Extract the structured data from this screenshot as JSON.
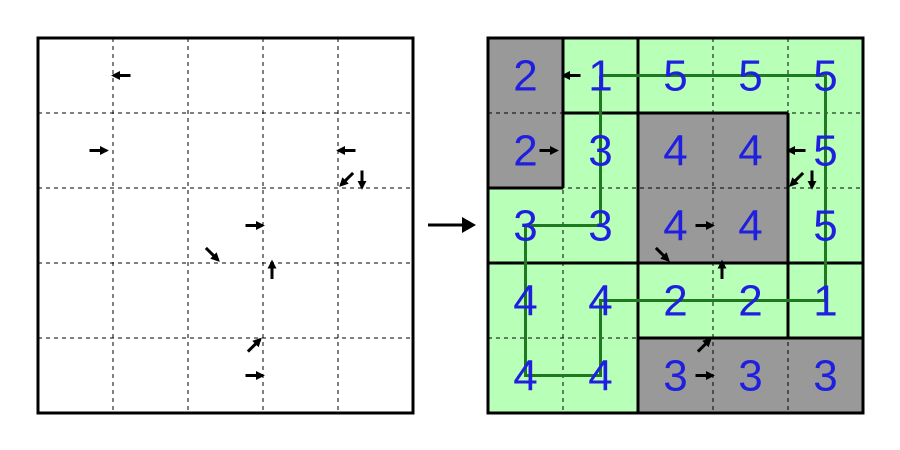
{
  "colors": {
    "white_cell": "#ffffff",
    "green_cell": "#b8ffb8",
    "gray_cell": "#999999",
    "number": "#1f1fe0",
    "path": "#1e7a1e",
    "line": "#000000"
  },
  "grid_size": 5,
  "left_puzzle": {
    "arrows": [
      {
        "row": 0,
        "col": 1,
        "dir": "left",
        "pos": "ml"
      },
      {
        "row": 1,
        "col": 1,
        "dir": "right",
        "pos": "cl"
      },
      {
        "row": 1,
        "col": 4,
        "dir": "left",
        "pos": "ml"
      },
      {
        "row": 1,
        "col": 4,
        "dir": "down-left",
        "pos": "bl"
      },
      {
        "row": 1,
        "col": 4,
        "dir": "down",
        "pos": "br"
      },
      {
        "row": 2,
        "col": 2,
        "dir": "right",
        "pos": "mr"
      },
      {
        "row": 2,
        "col": 2,
        "dir": "down-right",
        "pos": "br"
      },
      {
        "row": 3,
        "col": 3,
        "dir": "up",
        "pos": "tl"
      },
      {
        "row": 4,
        "col": 2,
        "dir": "up-right",
        "pos": "tr"
      },
      {
        "row": 4,
        "col": 2,
        "dir": "right",
        "pos": "mr"
      }
    ]
  },
  "transition_arrow": "right",
  "right_solution": {
    "numbers": [
      [
        "2",
        "1",
        "5",
        "5",
        "5"
      ],
      [
        "2",
        "3",
        "4",
        "4",
        "5"
      ],
      [
        "3",
        "3",
        "4",
        "4",
        "5"
      ],
      [
        "4",
        "4",
        "2",
        "2",
        "1"
      ],
      [
        "4",
        "4",
        "3",
        "3",
        "3"
      ]
    ],
    "shading": [
      [
        "gray",
        "green",
        "green",
        "green",
        "green"
      ],
      [
        "gray",
        "green",
        "gray",
        "gray",
        "green"
      ],
      [
        "green",
        "green",
        "gray",
        "gray",
        "green"
      ],
      [
        "green",
        "green",
        "green",
        "green",
        "green"
      ],
      [
        "green",
        "green",
        "gray",
        "gray",
        "gray"
      ]
    ],
    "arrows": [
      {
        "row": 0,
        "col": 1,
        "dir": "left",
        "pos": "ml"
      },
      {
        "row": 1,
        "col": 1,
        "dir": "right",
        "pos": "cl"
      },
      {
        "row": 1,
        "col": 4,
        "dir": "left",
        "pos": "ml"
      },
      {
        "row": 1,
        "col": 4,
        "dir": "down-left",
        "pos": "bl"
      },
      {
        "row": 1,
        "col": 4,
        "dir": "down",
        "pos": "br"
      },
      {
        "row": 2,
        "col": 2,
        "dir": "right",
        "pos": "mr"
      },
      {
        "row": 2,
        "col": 2,
        "dir": "down-right",
        "pos": "br"
      },
      {
        "row": 3,
        "col": 3,
        "dir": "up",
        "pos": "tl"
      },
      {
        "row": 4,
        "col": 2,
        "dir": "up-right",
        "pos": "tr"
      },
      {
        "row": 4,
        "col": 2,
        "dir": "right",
        "pos": "mr"
      }
    ],
    "paths": [
      [
        [
          0,
          1
        ],
        [
          0,
          2
        ],
        [
          0,
          3
        ],
        [
          0,
          4
        ],
        [
          1,
          4
        ],
        [
          2,
          4
        ],
        [
          3,
          4
        ],
        [
          3,
          3
        ],
        [
          3,
          2
        ],
        [
          3,
          1
        ],
        [
          4,
          1
        ],
        [
          4,
          0
        ],
        [
          3,
          0
        ],
        [
          2,
          0
        ],
        [
          2,
          1
        ],
        [
          1,
          1
        ],
        [
          0,
          1
        ]
      ]
    ]
  }
}
